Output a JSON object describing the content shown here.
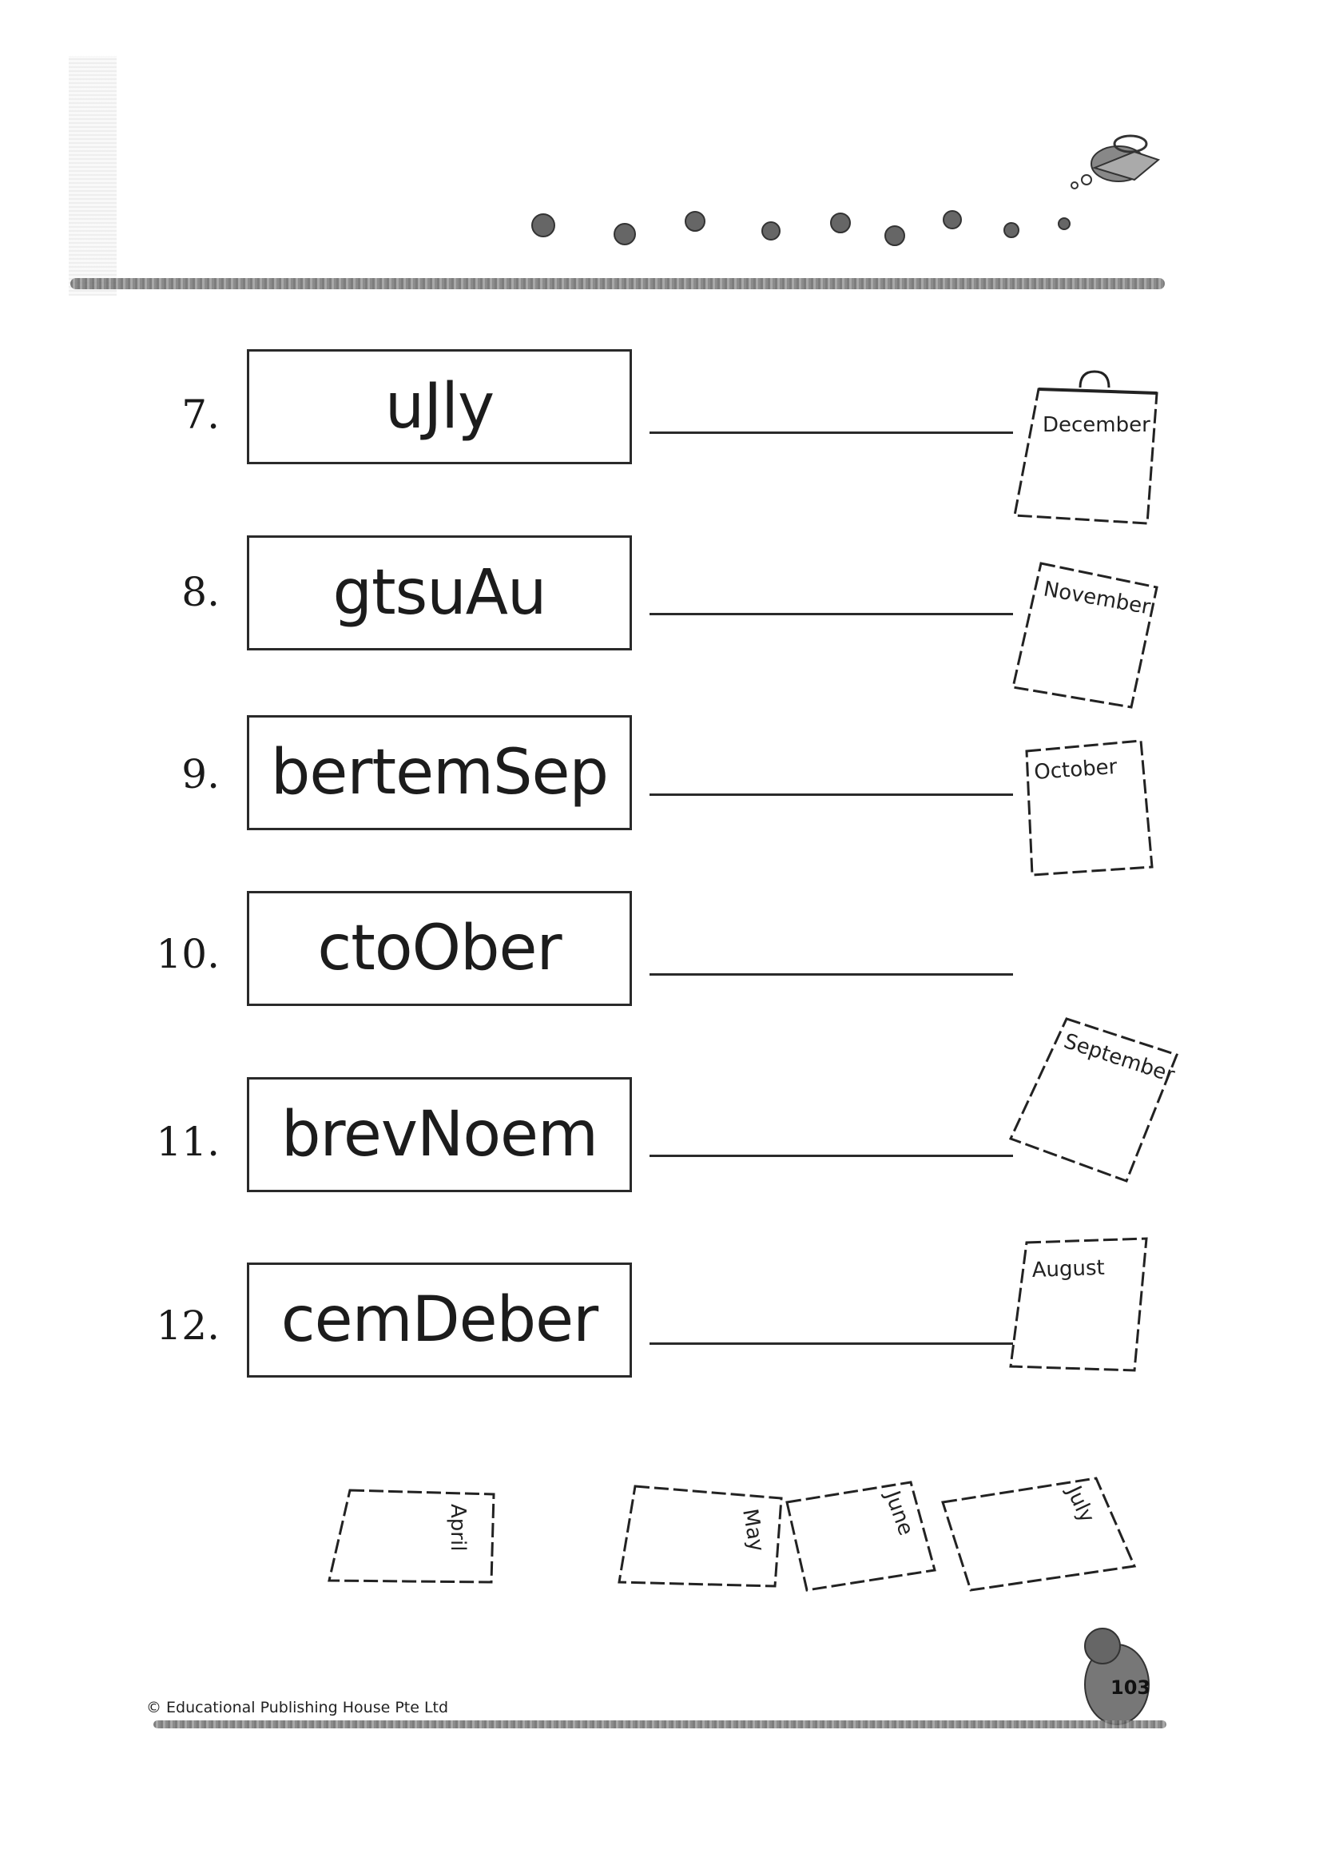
{
  "exercises": [
    {
      "number": "7.",
      "scrambled": "uJly"
    },
    {
      "number": "8.",
      "scrambled": "gtsuAu"
    },
    {
      "number": "9.",
      "scrambled": "bertemSep"
    },
    {
      "number": "10.",
      "scrambled": "ctoOber"
    },
    {
      "number": "11.",
      "scrambled": "brevNoem"
    },
    {
      "number": "12.",
      "scrambled": "cemDeber"
    }
  ],
  "calendars": {
    "december": "December",
    "november": "November",
    "october": "October",
    "september": "September",
    "august": "August",
    "april": "April",
    "may": "May",
    "june": "June",
    "july": "July"
  },
  "footer": {
    "copyright": "© Educational Publishing House Pte Ltd",
    "page_number": "103"
  }
}
